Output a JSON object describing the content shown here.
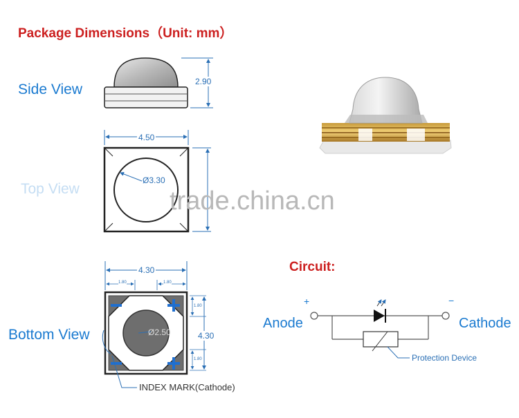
{
  "title": "Package Dimensions（Unit: mm）",
  "views": {
    "side": "Side View",
    "top": "Top View",
    "bottom": "Bottom View"
  },
  "dimensions": {
    "side_height": "2.90",
    "top_width": "4.50",
    "top_dome": "Ø3.30",
    "bottom_width": "4.30",
    "bottom_height": "4.30",
    "pad_left": "1.80",
    "pad_right": "1.80",
    "pad_upper": "1.80",
    "pad_lower": "1.80",
    "bottom_center": "Ø2.50"
  },
  "index_mark": "INDEX MARK(Cathode)",
  "circuit": {
    "title": "Circuit:",
    "anode": "Anode",
    "cathode": "Cathode",
    "plus": "+",
    "minus": "−",
    "protection": "Protection Device"
  },
  "watermark": "trade.china.cn",
  "colors": {
    "title_red": "#cc1f1f",
    "label_blue": "#1a7ad0",
    "dim_blue": "#2a6fb5",
    "pad_gray": "#707070",
    "pad_plus": "#1f6fd0"
  }
}
